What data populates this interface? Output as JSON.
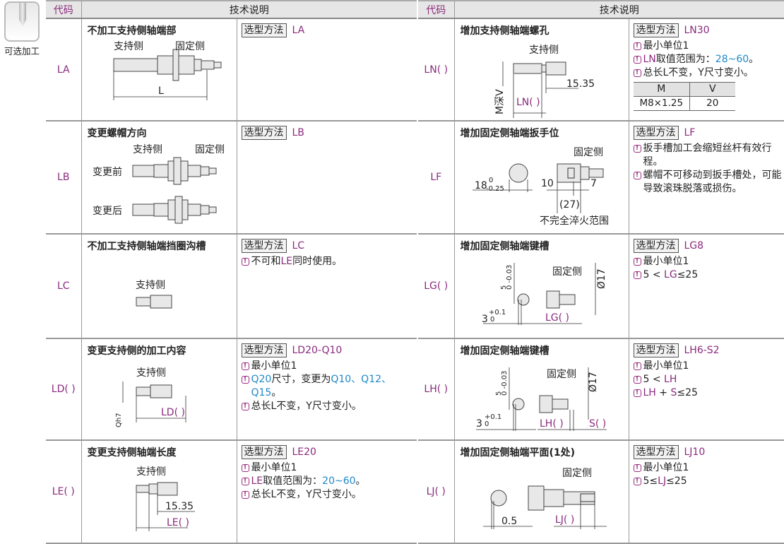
{
  "side": {
    "label": "可选加工",
    "icon": "drill-icon"
  },
  "colors": {
    "code": "#8a2a7d",
    "highlight": "#1e88c8"
  },
  "header": {
    "code": "代码",
    "desc": "技术说明"
  },
  "method_label": "选型方法",
  "left_rows": [
    {
      "code": "LA",
      "title": "不加工支持侧轴端部",
      "method": "LA",
      "labels": {
        "a": "支持侧",
        "b": "固定侧",
        "c": "L"
      },
      "notes": []
    },
    {
      "code": "LB",
      "title": "变更螺帽方向",
      "method": "LB",
      "labels": {
        "a": "支持侧",
        "b": "固定侧",
        "c": "变更前",
        "d": "变更后"
      },
      "notes": []
    },
    {
      "code": "LC",
      "title": "不加工支持侧轴端挡圈沟槽",
      "method": "LC",
      "labels": {
        "a": "支持侧"
      },
      "notes": [
        [
          {
            "t": "不可和"
          },
          {
            "t": "LE",
            "c": "purple"
          },
          {
            "t": "同时使用。"
          }
        ]
      ]
    },
    {
      "code": "LD( )",
      "title": "变更支持侧的加工内容",
      "method": "LD20-Q10",
      "labels": {
        "a": "支持侧",
        "b": "Qh7",
        "c": "LD( )"
      },
      "notes": [
        [
          {
            "t": "最小单位1"
          }
        ],
        [
          {
            "t": "Q20",
            "c": "blue"
          },
          {
            "t": "尺寸，变更为"
          },
          {
            "t": "Q10、Q12、Q15",
            "c": "blue"
          },
          {
            "t": "。"
          }
        ],
        [
          {
            "t": "总长L不变，Y尺寸变小。"
          }
        ]
      ]
    },
    {
      "code": "LE( )",
      "title": "变更支持侧轴端长度",
      "method": "LE20",
      "labels": {
        "a": "支持侧",
        "b": "15.35",
        "c": "LE( )"
      },
      "notes": [
        [
          {
            "t": "最小单位1"
          }
        ],
        [
          {
            "t": "LE",
            "c": "purple"
          },
          {
            "t": "取值范围为："
          },
          {
            "t": "20~60",
            "c": "blue"
          },
          {
            "t": "。"
          }
        ],
        [
          {
            "t": "总长L不变，Y尺寸变小。"
          }
        ]
      ]
    }
  ],
  "right_rows": [
    {
      "code": "LN( )",
      "title": "增加支持侧轴端螺孔",
      "method": "LN30",
      "labels": {
        "a": "支持侧",
        "b": "M深V",
        "c": "15.35",
        "d": "LN( )"
      },
      "notes": [
        [
          {
            "t": "最小单位1"
          }
        ],
        [
          {
            "t": "LN",
            "c": "purple"
          },
          {
            "t": "取值范围为："
          },
          {
            "t": "28~60",
            "c": "blue"
          },
          {
            "t": "。"
          }
        ],
        [
          {
            "t": "总长L不变，Y尺寸变小。"
          }
        ]
      ],
      "table": {
        "headers": [
          "M",
          "V"
        ],
        "rows": [
          [
            "M8×1.25",
            "20"
          ]
        ]
      }
    },
    {
      "code": "LF",
      "title": "增加固定侧轴端扳手位",
      "method": "LF",
      "labels": {
        "a": "固定侧",
        "b": "18",
        "b_up": "0",
        "b_lo": "-0.25",
        "c": "10",
        "d": "7",
        "e": "(27)",
        "f": "不完全淬火范围"
      },
      "notes": [
        [
          {
            "t": "扳手槽加工会缩短丝杆有效行程。"
          }
        ],
        [
          {
            "t": "螺帽不可移动到扳手槽处，可能导致滚珠脱落或损伤。"
          }
        ]
      ]
    },
    {
      "code": "LG( )",
      "title": "增加固定侧轴端键槽",
      "method": "LG8",
      "labels": {
        "a": "固定侧",
        "b": "Ø17",
        "c": "5",
        "c_tol": "0 -0.03",
        "d": "3",
        "d_up": "+0.1",
        "d_lo": "0",
        "e": "LG( )"
      },
      "notes": [
        [
          {
            "t": "最小单位1"
          }
        ],
        [
          {
            "t": "5 < "
          },
          {
            "t": "LG",
            "c": "purple"
          },
          {
            "t": "≤25"
          }
        ]
      ]
    },
    {
      "code": "LH( )",
      "title": "增加固定侧轴端键槽",
      "method": "LH6-S2",
      "labels": {
        "a": "固定侧",
        "b": "Ø17",
        "c": "5",
        "c_tol": "0 -0.03",
        "d": "3",
        "d_up": "+0.1",
        "d_lo": "0",
        "e": "LH( )",
        "f": "S( )"
      },
      "notes": [
        [
          {
            "t": "最小单位1"
          }
        ],
        [
          {
            "t": "5 < "
          },
          {
            "t": "LH",
            "c": "purple"
          }
        ],
        [
          {
            "t": "LH",
            "c": "purple"
          },
          {
            "t": " + "
          },
          {
            "t": "S",
            "c": "purple"
          },
          {
            "t": "≤25"
          }
        ]
      ]
    },
    {
      "code": "LJ( )",
      "title": "增加固定侧轴端平面(1处)",
      "method": "LJ10",
      "labels": {
        "a": "固定侧",
        "b": "0.5",
        "c": "LJ( )"
      },
      "notes": [
        [
          {
            "t": "最小单位1"
          }
        ],
        [
          {
            "t": "5≤"
          },
          {
            "t": "LJ",
            "c": "purple"
          },
          {
            "t": "≤25"
          }
        ]
      ]
    }
  ]
}
